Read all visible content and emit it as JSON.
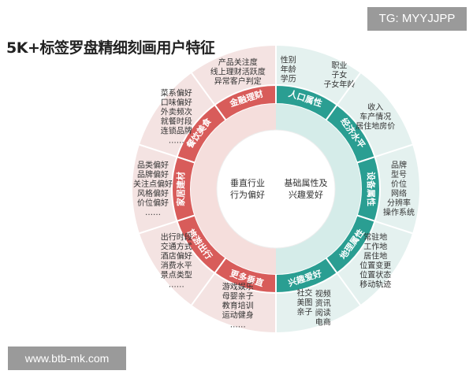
{
  "title": "5K+标签罗盘精细刻画用户特征",
  "badges": {
    "tg": "TG: MYYJJPP",
    "site": "www.btb-mk.com"
  },
  "colors": {
    "left_dark": "#d85c5a",
    "left_light": "#f5dedc",
    "right_dark": "#2a9e92",
    "right_light": "#d5ece9",
    "outer_left_bg": "#f4e3e2",
    "outer_right_bg": "#e4f1ef"
  },
  "center": {
    "left": [
      "垂直行业",
      "行为偏好"
    ],
    "right": [
      "基础属性及",
      "兴趣爱好"
    ]
  },
  "segments": [
    {
      "label": "金融理财",
      "side": "left",
      "items": [
        "产品关注度",
        "线上理财活跃度",
        "异常客户判定"
      ]
    },
    {
      "label": "餐饮美食",
      "side": "left",
      "items": [
        "菜系偏好",
        "口味偏好",
        "外卖频次",
        "就餐时段",
        "连锁品牌",
        "……"
      ]
    },
    {
      "label": "家居建材",
      "side": "left",
      "items": [
        "品类偏好",
        "品牌偏好",
        "关注点偏好",
        "风格偏好",
        "价位偏好",
        "……"
      ]
    },
    {
      "label": "旅游出行",
      "side": "left",
      "items": [
        "出行时段",
        "交通方式",
        "酒店偏好",
        "消费水平",
        "景点类型",
        "……"
      ]
    },
    {
      "label": "更多垂直",
      "side": "left",
      "items": [
        "游戏娱乐",
        "母婴亲子",
        "教育培训",
        "运动健身",
        "……"
      ]
    },
    {
      "label": "人口属性",
      "side": "right",
      "items": [
        "性别",
        "年龄",
        "学历"
      ],
      "items2": [
        "职业",
        "子女",
        "子女年龄"
      ]
    },
    {
      "label": "经济水平",
      "side": "right",
      "items": [
        "收入",
        "车产情况",
        "居住地房价"
      ]
    },
    {
      "label": "设备属性",
      "side": "right",
      "items": [
        "品牌",
        "型号",
        "价位",
        "网络",
        "分辨率",
        "操作系统"
      ]
    },
    {
      "label": "地理属性",
      "side": "right",
      "items": [
        "常驻地",
        "工作地",
        "居住地",
        "位置变更",
        "位置状态",
        "移动轨迹"
      ]
    },
    {
      "label": "兴趣爱好",
      "side": "right",
      "items": [
        "社交",
        "美图",
        "亲子"
      ],
      "items2": [
        "视频",
        "资讯",
        "阅读",
        "电商"
      ]
    }
  ]
}
